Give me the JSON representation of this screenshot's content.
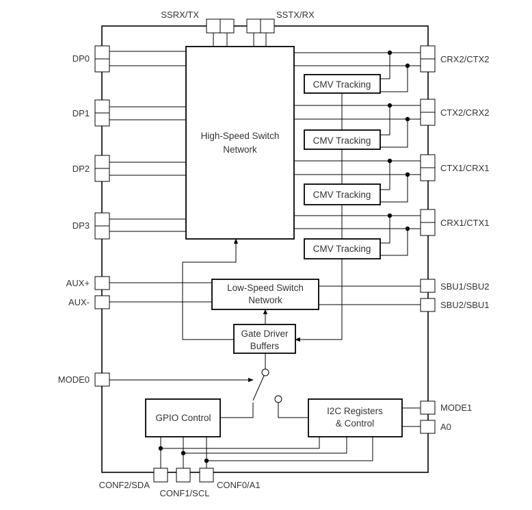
{
  "pins": {
    "top_left": "SSRX/TX",
    "top_right": "SSTX/RX",
    "dp0": "DP0",
    "dp1": "DP1",
    "dp2": "DP2",
    "dp3": "DP3",
    "aux_plus": "AUX+",
    "aux_minus": "AUX-",
    "mode0": "MODE0",
    "crx2_ctx2": "CRX2/CTX2",
    "ctx2_crx2": "CTX2/CRX2",
    "ctx1_crx1": "CTX1/CRX1",
    "crx1_ctx1": "CRX1/CTX1",
    "sbu1_sbu2": "SBU1/SBU2",
    "sbu2_sbu1": "SBU2/SBU1",
    "mode1": "MODE1",
    "a0": "A0",
    "conf2_sda": "CONF2/SDA",
    "conf1_scl": "CONF1/SCL",
    "conf0_a1": "CONF0/A1"
  },
  "blocks": {
    "hs_switch": [
      "High-Speed Switch",
      "Network"
    ],
    "ls_switch": [
      "Low-Speed Switch",
      "Network"
    ],
    "cmv_tracking": "CMV Tracking",
    "gate_driver": [
      "Gate Driver",
      "Buffers"
    ],
    "gpio": "GPIO Control",
    "i2c": [
      "I2C Registers",
      "& Control"
    ]
  }
}
